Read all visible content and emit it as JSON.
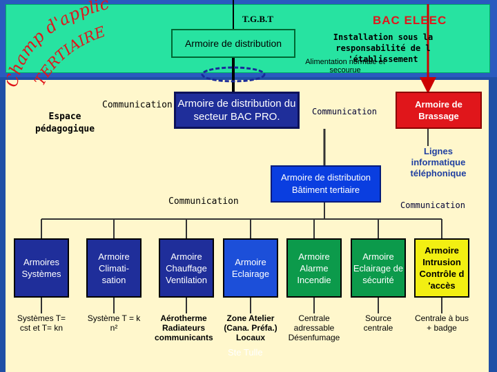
{
  "header": {
    "arc_line1": "Champ d'application",
    "arc_line2": "TERTIAIRE",
    "tgbt": "T.G.B.T",
    "bac_eleec": "BAC  ELEEC",
    "armoire_distribution": "Armoire de distribution",
    "installation": "Installation sous la responsabilité de l 'établissement",
    "alimentation": "Alimentation normale et secourue"
  },
  "middle": {
    "espace": "Espace pédagogique",
    "communication_1": "Communication",
    "armoire_secteur": "Armoire de distribution du secteur BAC PRO.",
    "communication_2": "Communication",
    "armoire_brassage": "Armoire de Brassage",
    "lignes": "Lignes informatique téléphonique",
    "armoire_batiment": "Armoire de distribution Bâtiment tertiaire",
    "communication_3": "Communication",
    "communication_4": "Communication"
  },
  "armoires": [
    {
      "label": "Armoires Systèmes",
      "desc": "Systèmes T= cst et T= kn",
      "color": "#1f2e9a"
    },
    {
      "label": "Armoire Climati-sation",
      "desc": "Système T = k n²",
      "color": "#1f2e9a"
    },
    {
      "label": "Armoire Chauffage Ventilation",
      "desc": "Aérotherme Radiateurs communicants",
      "color": "#1f2e9a"
    },
    {
      "label": "Armoire Eclairage",
      "desc": "Zone Atelier (Cana. Préfa.) Locaux",
      "color": "#1c4fd9"
    },
    {
      "label": "Armoire Alarme Incendie",
      "desc": "Centrale adressable Désenfumage",
      "color": "#0c9a4b"
    },
    {
      "label": "Armoire Eclairage de sécurité",
      "desc": "Source centrale",
      "color": "#0c9a4b"
    },
    {
      "label": "Armoire Intrusion Contrôle d 'accès",
      "desc": "Centrale à bus + badge",
      "color": "#f2ef12"
    }
  ],
  "footer": {
    "ste_tulle": "Ste Tulle"
  }
}
